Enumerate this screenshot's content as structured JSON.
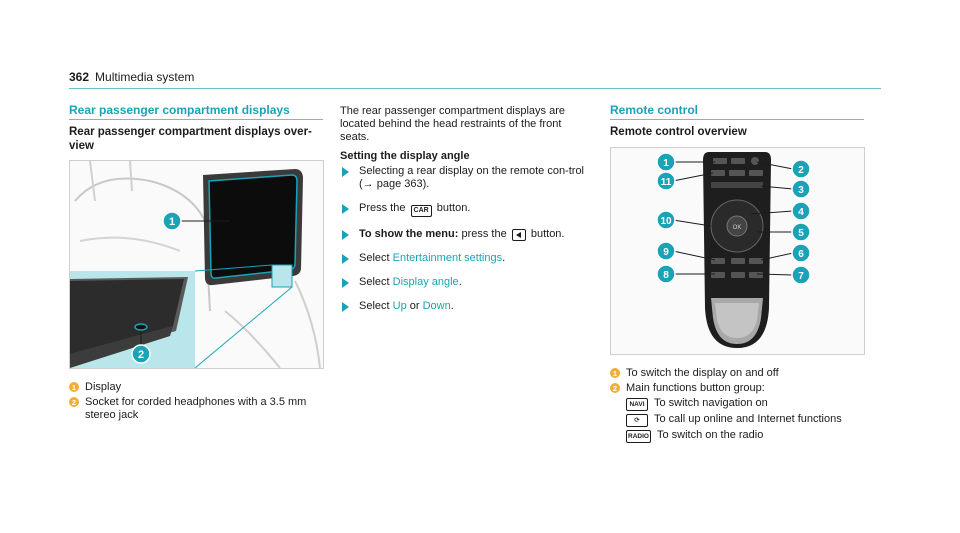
{
  "header": {
    "page_number": "362",
    "section": "Multimedia system"
  },
  "left": {
    "title": "Rear passenger compartment displays",
    "subtitle": "Rear passenger compartment displays over-view",
    "legend": [
      {
        "num": "1",
        "text": "Display"
      },
      {
        "num": "2",
        "text": "Socket for corded headphones with a 3.5 mm stereo jack"
      }
    ]
  },
  "middle": {
    "intro": "The rear passenger compartment displays are located behind the head restraints of the front seats.",
    "heading": "Setting the display angle",
    "steps": {
      "s1": "Selecting a rear display on the remote con-trol (→ page 363).",
      "s2_pre": "Press the",
      "s2_icon": "CAR",
      "s2_post": "button.",
      "s3_bold": "To show the menu:",
      "s3_pre": "press the",
      "s3_post": "button.",
      "s4_pre": "Select",
      "s4_link": "Entertainment settings",
      "s4_post": ".",
      "s5_pre": "Select",
      "s5_link": "Display angle",
      "s5_post": ".",
      "s6_pre": "Select",
      "s6_link1": "Up",
      "s6_mid": "or",
      "s6_link2": "Down",
      "s6_post": "."
    }
  },
  "right": {
    "title": "Remote control",
    "subtitle": "Remote control overview",
    "callouts": [
      "1",
      "2",
      "3",
      "4",
      "5",
      "6",
      "7",
      "8",
      "9",
      "10",
      "11"
    ],
    "legend": [
      {
        "num": "1",
        "text": "To switch the display on and off"
      },
      {
        "num": "2",
        "text": "Main functions button group:"
      }
    ],
    "functions": [
      {
        "key": "NAVI",
        "text": "To switch navigation on"
      },
      {
        "key": "⟳",
        "text": "To call up online and Internet functions"
      },
      {
        "key": "RADIO",
        "text": "To switch on the radio"
      }
    ]
  },
  "colors": {
    "accent": "#1aa3b7",
    "badge": "#f2ad3b",
    "highlight": "#b9e6ea"
  }
}
